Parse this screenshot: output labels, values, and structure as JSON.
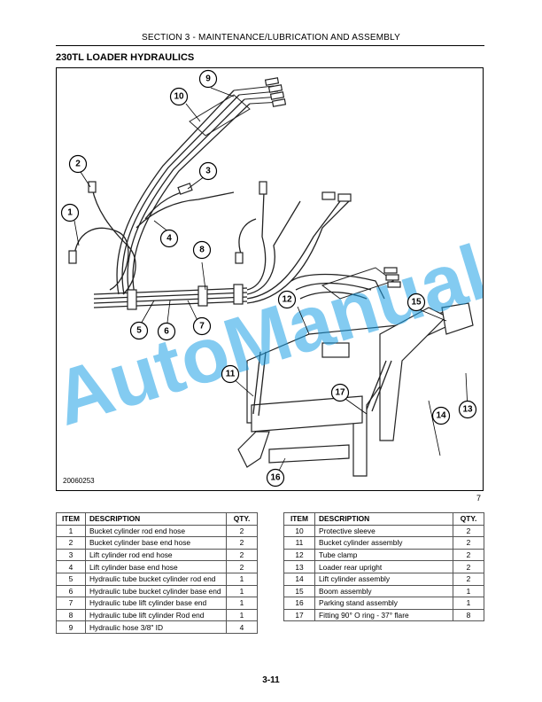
{
  "header": {
    "section_title": "SECTION 3 - MAINTENANCE/LUBRICATION AND ASSEMBLY"
  },
  "title": "230TL LOADER HYDRAULICS",
  "figure": {
    "id": "20060253",
    "number": "7",
    "callouts": [
      "1",
      "2",
      "3",
      "4",
      "5",
      "6",
      "7",
      "8",
      "9",
      "10",
      "11",
      "12",
      "13",
      "14",
      "15",
      "16",
      "17"
    ]
  },
  "watermark": "AutoManual",
  "table_headers": {
    "item": "ITEM",
    "description": "DESCRIPTION",
    "qty": "QTY."
  },
  "parts_left": [
    {
      "item": "1",
      "description": "Bucket cylinder rod end hose",
      "qty": "2"
    },
    {
      "item": "2",
      "description": "Bucket cylinder base end hose",
      "qty": "2"
    },
    {
      "item": "3",
      "description": "Lift cylinder rod end hose",
      "qty": "2"
    },
    {
      "item": "4",
      "description": "Lift cylinder base end hose",
      "qty": "2"
    },
    {
      "item": "5",
      "description": "Hydraulic tube bucket cylinder rod end",
      "qty": "1"
    },
    {
      "item": "6",
      "description": "Hydraulic tube bucket cylinder base end",
      "qty": "1"
    },
    {
      "item": "7",
      "description": "Hydraulic tube lift cylinder base end",
      "qty": "1"
    },
    {
      "item": "8",
      "description": "Hydraulic tube lift cylinder Rod end",
      "qty": "1"
    },
    {
      "item": "9",
      "description": "Hydraulic hose 3/8\" ID",
      "qty": "4"
    }
  ],
  "parts_right": [
    {
      "item": "10",
      "description": "Protective sleeve",
      "qty": "2"
    },
    {
      "item": "11",
      "description": "Bucket cylinder assembly",
      "qty": "2"
    },
    {
      "item": "12",
      "description": "Tube clamp",
      "qty": "2"
    },
    {
      "item": "13",
      "description": "Loader rear upright",
      "qty": "2"
    },
    {
      "item": "14",
      "description": "Lift cylinder assembly",
      "qty": "2"
    },
    {
      "item": "15",
      "description": "Boom assembly",
      "qty": "1"
    },
    {
      "item": "16",
      "description": "Parking stand assembly",
      "qty": "1"
    },
    {
      "item": "17",
      "description": "Fitting 90° O ring - 37° flare",
      "qty": "8"
    }
  ],
  "page_number": "3-11"
}
